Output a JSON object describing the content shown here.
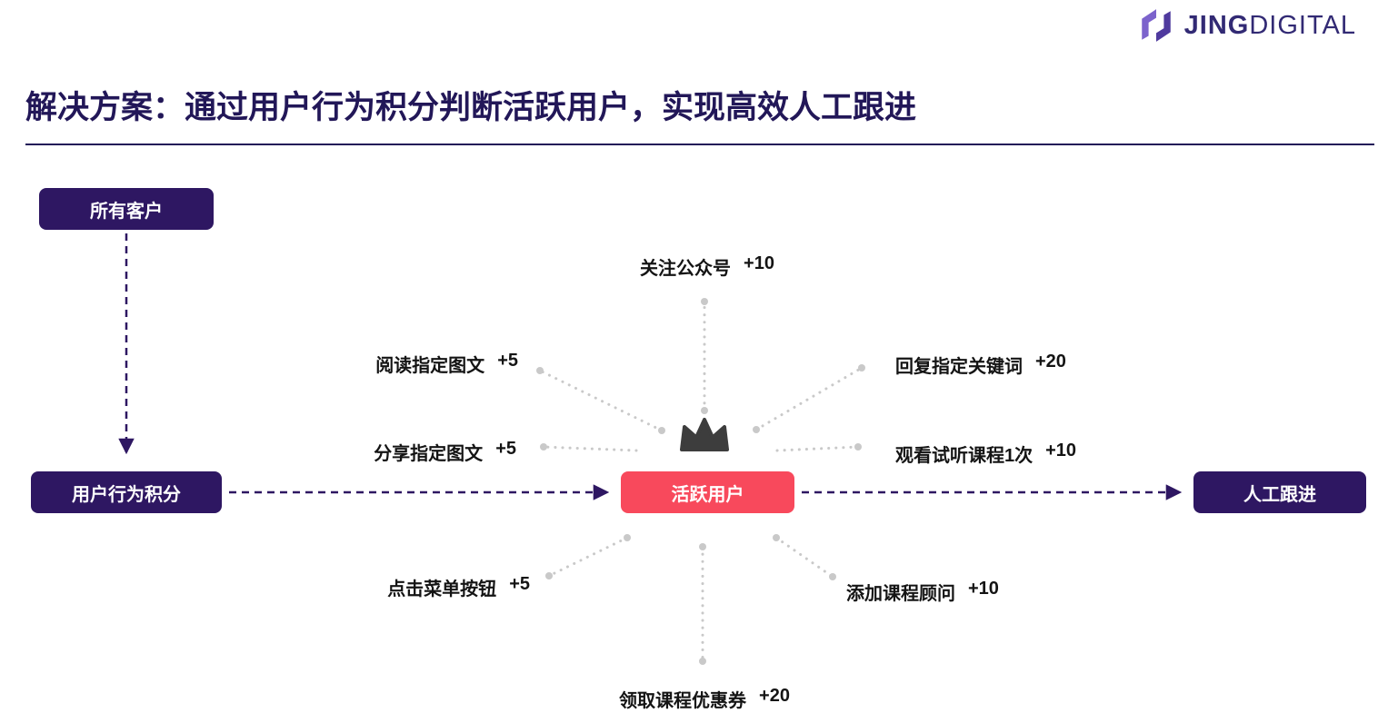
{
  "logo": {
    "bold": "JING",
    "light": "DIGITAL"
  },
  "title": "解决方案：通过用户行为积分判断活跃用户，实现高效人工跟进",
  "nodes": {
    "all_customers": "所有客户",
    "behavior_score": "用户行为积分",
    "active_user": "活跃用户",
    "manual_followup": "人工跟进"
  },
  "score_items": [
    {
      "label": "关注公众号",
      "score": "+10",
      "position": "top"
    },
    {
      "label": "阅读指定图文",
      "score": "+5",
      "position": "upper-left"
    },
    {
      "label": "回复指定关键词",
      "score": "+20",
      "position": "upper-right"
    },
    {
      "label": "分享指定图文",
      "score": "+5",
      "position": "left"
    },
    {
      "label": "观看试听课程1次",
      "score": "+10",
      "position": "right"
    },
    {
      "label": "点击菜单按钮",
      "score": "+5",
      "position": "lower-left"
    },
    {
      "label": "添加课程顾问",
      "score": "+10",
      "position": "lower-right"
    },
    {
      "label": "领取课程优惠券",
      "score": "+20",
      "position": "bottom"
    }
  ],
  "colors": {
    "brand_purple": "#2e1762",
    "accent_pink": "#f8495c",
    "dotted_gray": "#c9c9c9",
    "title_navy": "#221758",
    "logo_purple": "#6a4dbe"
  }
}
